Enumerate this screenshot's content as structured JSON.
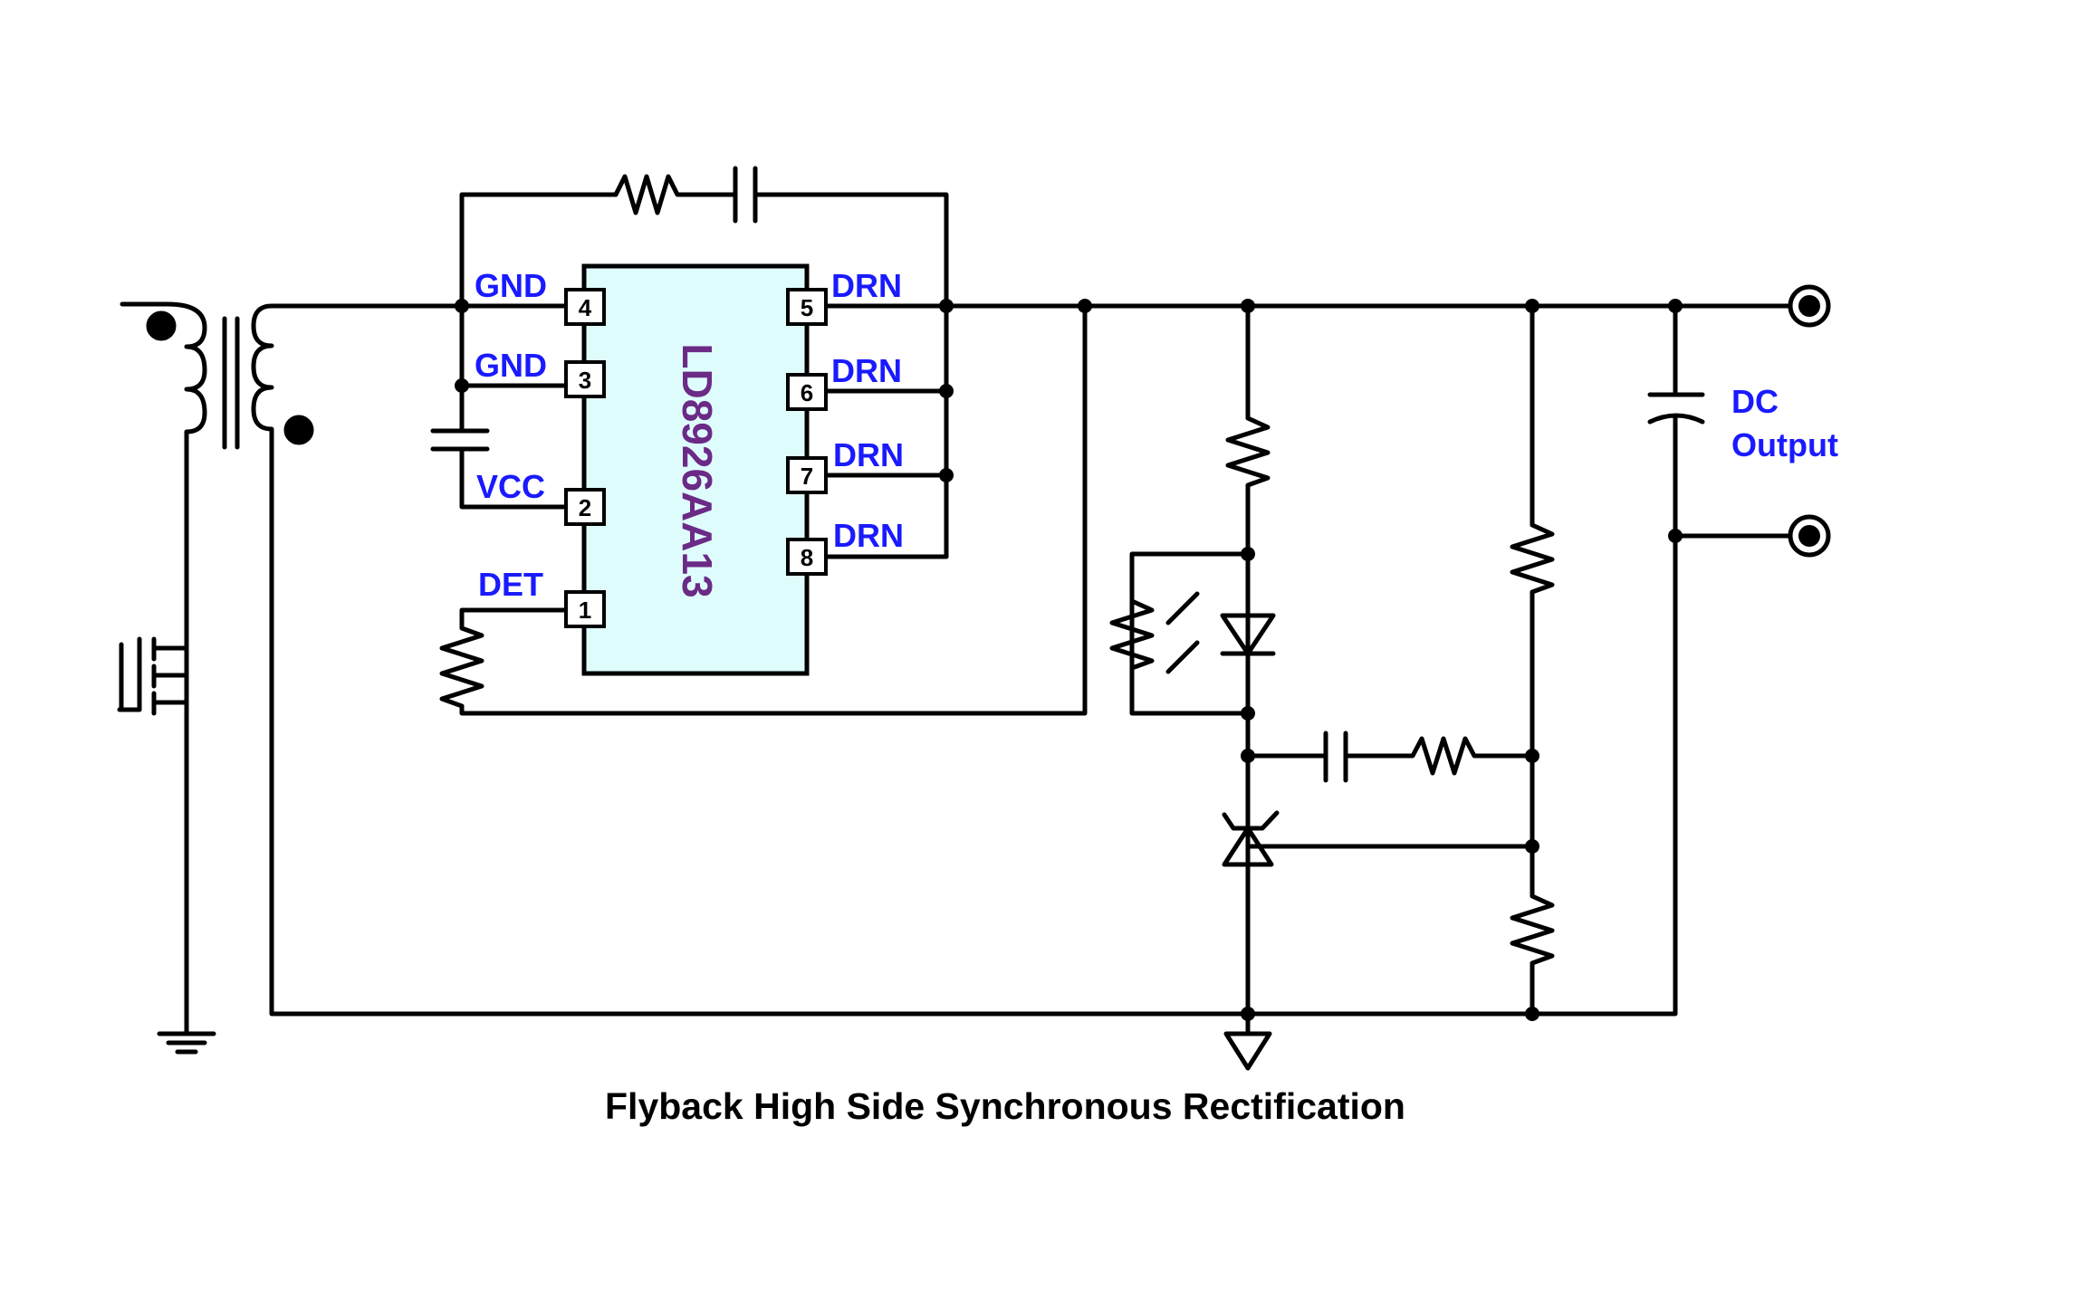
{
  "chip": {
    "name": "LD8926AA13",
    "fill_color": "#dffcfc",
    "name_color": "#6b2a86",
    "pins": [
      {
        "num": "4",
        "label": "GND"
      },
      {
        "num": "3",
        "label": "GND"
      },
      {
        "num": "2",
        "label": "VCC"
      },
      {
        "num": "1",
        "label": "DET"
      },
      {
        "num": "5",
        "label": "DRN"
      },
      {
        "num": "6",
        "label": "DRN"
      },
      {
        "num": "7",
        "label": "DRN"
      },
      {
        "num": "8",
        "label": "DRN"
      }
    ]
  },
  "output": {
    "line1": "DC",
    "line2": "Output"
  },
  "caption": "Flyback High Side Synchronous Rectification",
  "colors": {
    "label": "#1a1aff",
    "wire": "#000000",
    "background": "#ffffff"
  }
}
